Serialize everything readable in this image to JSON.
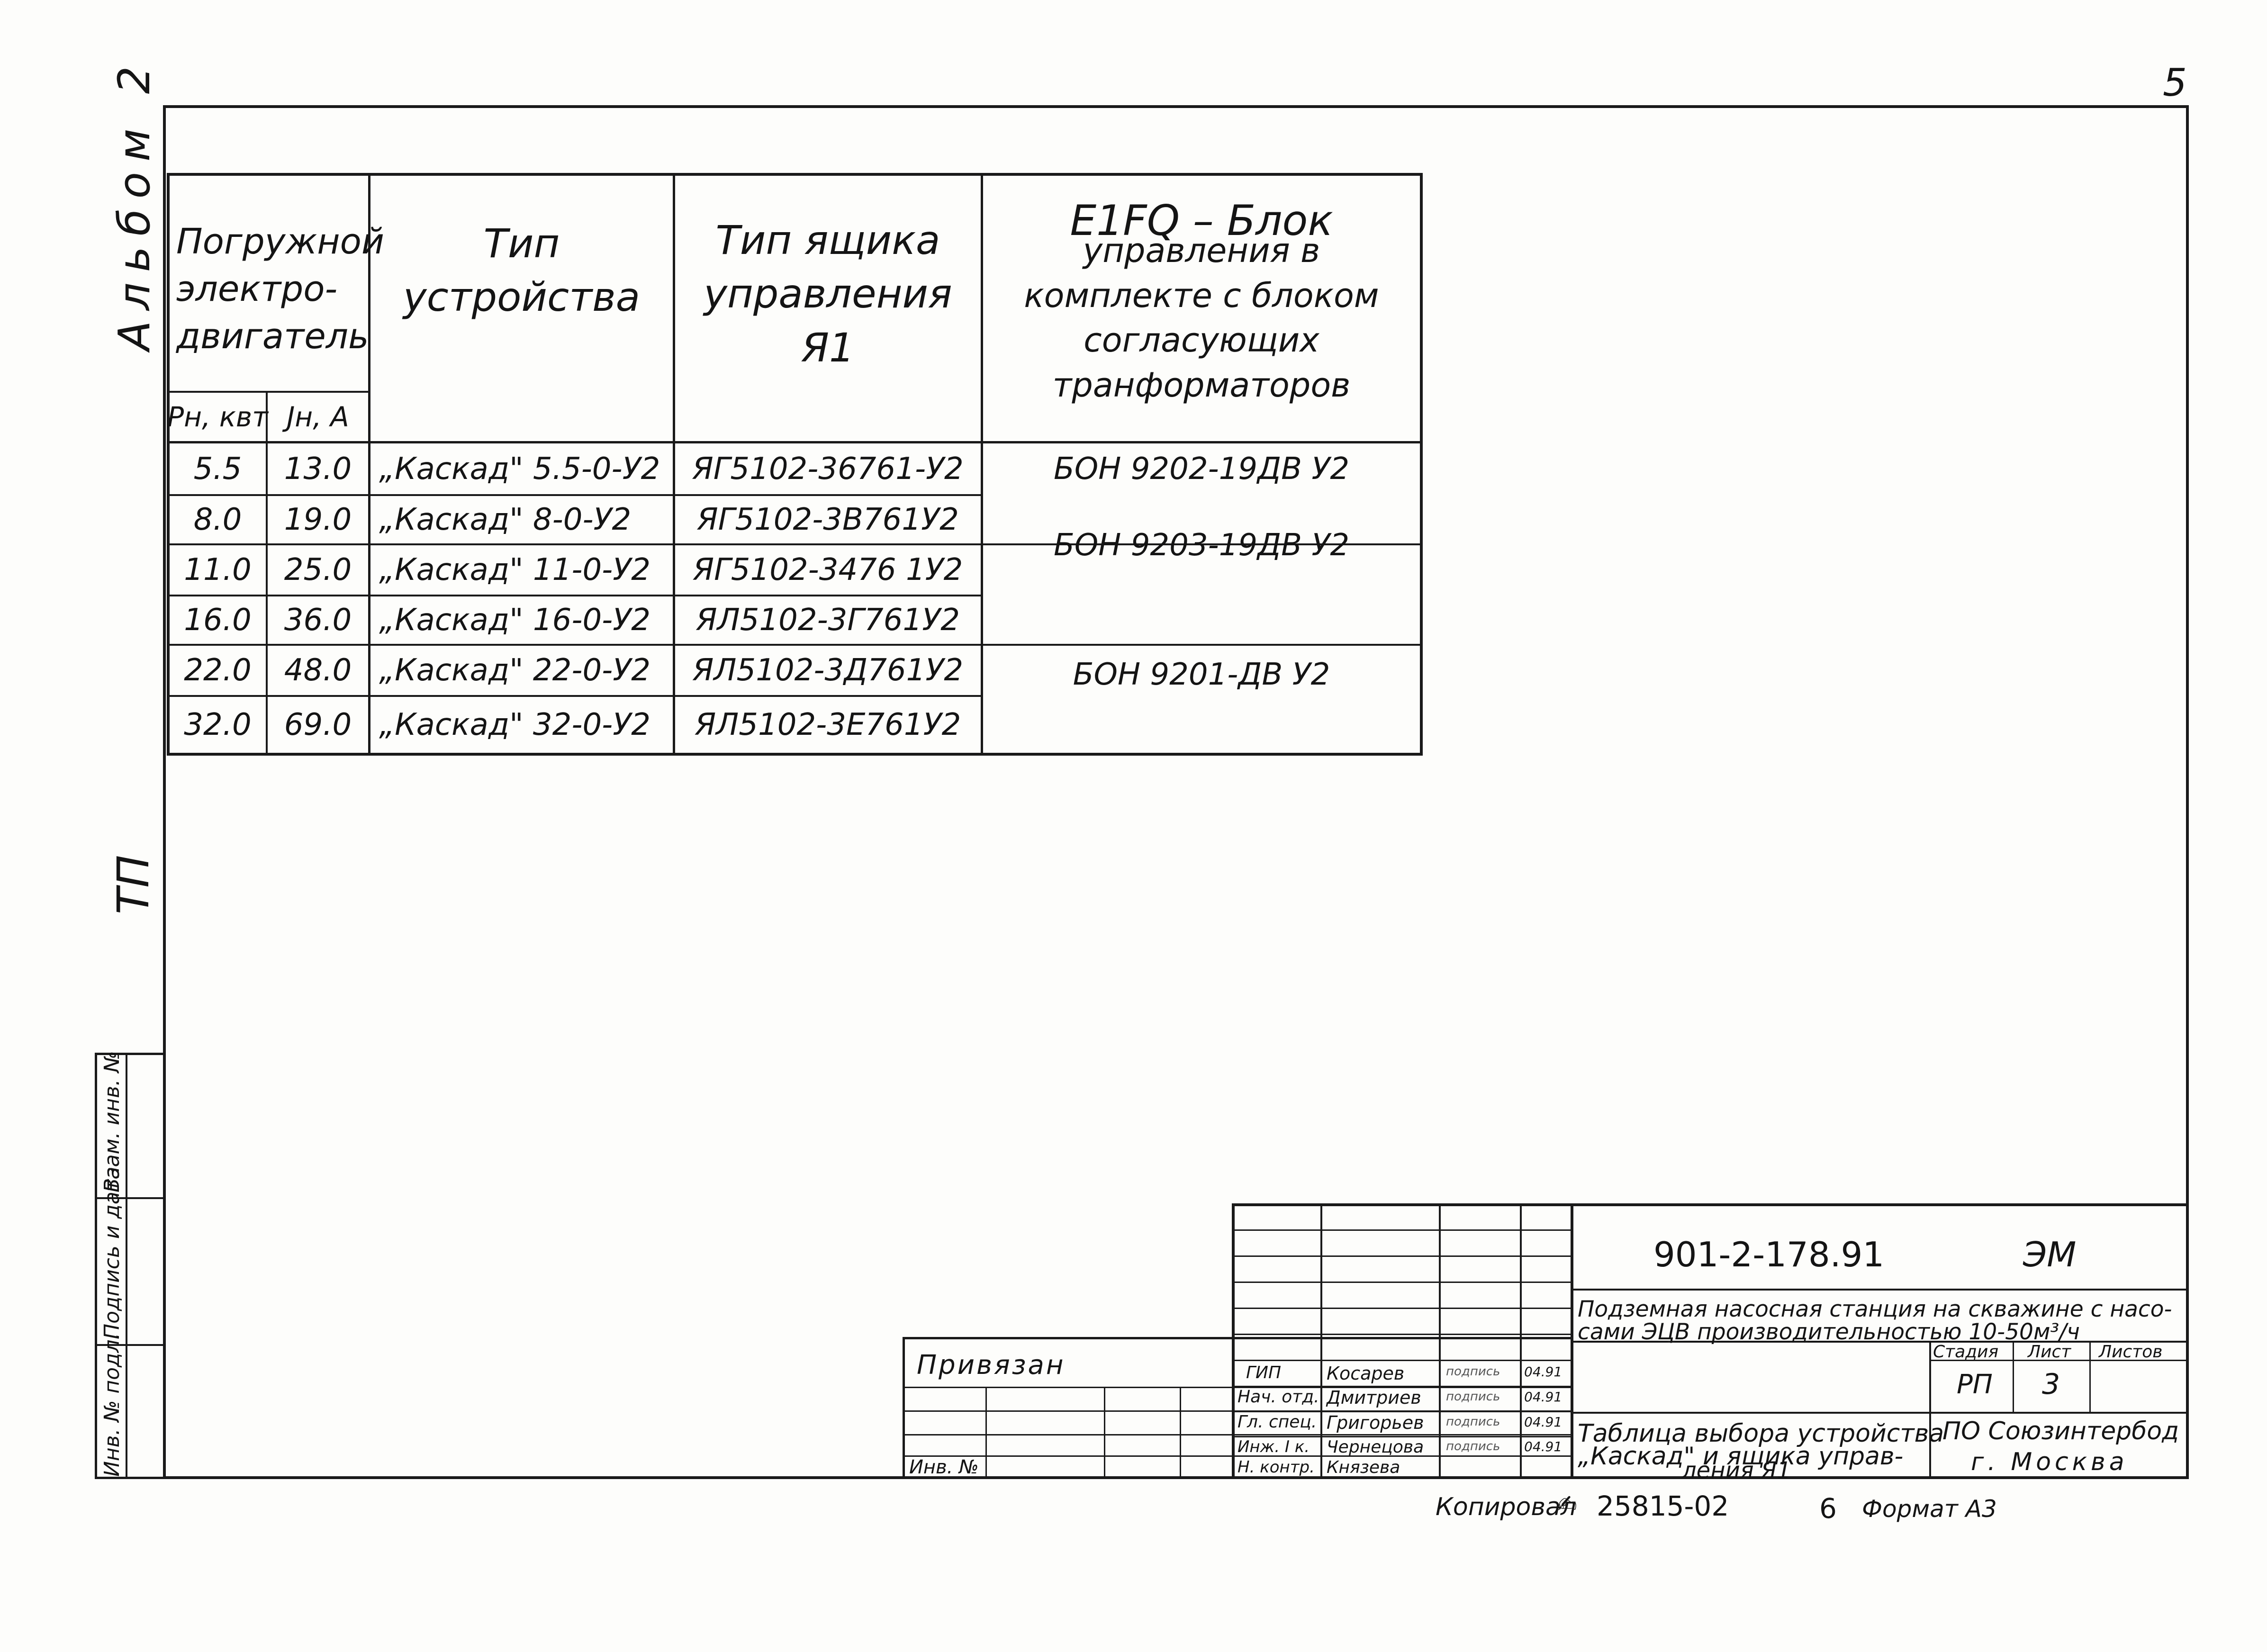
{
  "page_number": "5",
  "side_labels": {
    "album": "Альбом 2",
    "tp": "ТП"
  },
  "strip_labels": [
    "Инв. № подл.",
    "Подпись и дата",
    "Взам. инв. №"
  ],
  "table": {
    "col1_header": "Погружной электро- двигатель",
    "sub_pn": "Рн, квт",
    "sub_in": "Jн, А",
    "col2_header": "Тип устройства",
    "col3_header": "Тип ящика управления Я1",
    "col4_header_title": "Е1FQ – Блок",
    "col4_header_body": "управления в комплекте с блоком согласующих транформаторов",
    "rows": [
      {
        "pn": "5.5",
        "in": "13.0",
        "device": "„Каскад\" 5.5-0-У2",
        "box": "ЯГ5102-36761-У2"
      },
      {
        "pn": "8.0",
        "in": "19.0",
        "device": "„Каскад\" 8-0-У2",
        "box": "ЯГ5102-3В761У2"
      },
      {
        "pn": "11.0",
        "in": "25.0",
        "device": "„Каскад\" 11-0-У2",
        "box": "ЯГ5102-3476 1У2"
      },
      {
        "pn": "16.0",
        "in": "36.0",
        "device": "„Каскад\" 16-0-У2",
        "box": "ЯЛ5102-3Г761У2"
      },
      {
        "pn": "22.0",
        "in": "48.0",
        "device": "„Каскад\" 22-0-У2",
        "box": "ЯЛ5102-3Д761У2"
      },
      {
        "pn": "32.0",
        "in": "69.0",
        "device": "„Каскад\" 32-0-У2",
        "box": "ЯЛ5102-3Е761У2"
      }
    ],
    "blocks": [
      "БОН 9202-19ДВ У2",
      "БОН 9203-19ДВ У2",
      "БОН 9201-ДВ У2"
    ]
  },
  "title_block": {
    "code": "901-2-178.91",
    "mark": "ЭМ",
    "project_line1": "Подземная насосная станция на скважине с насо-",
    "project_line2": "сами ЭЦВ производительностью 10-50м³/ч",
    "drawing_title_1": "Таблица выбора устройства",
    "drawing_title_2": "„Каскад\" и ящика управ-",
    "drawing_title_3": "ления Я1",
    "stage_label": "Стадия",
    "sheet_label": "Лист",
    "sheets_label": "Листов",
    "stage_value": "РП",
    "sheet_value": "3",
    "org_line1": "ПО Союзинтербод",
    "org_line2": "г. Москва",
    "privyazan": "Привязан",
    "inv_label": "Инв. №",
    "roles": [
      "ГИП",
      "Нач. отд.",
      "Гл. спец.",
      "Инж. I к.",
      "Н. контр."
    ],
    "names": [
      "Косарев",
      "Дмитриев",
      "Григорьев",
      "Чернецова",
      "Князева"
    ],
    "signatures": [
      "подпись",
      "подпись",
      "подпись",
      "подпись",
      ""
    ],
    "dates": [
      "04.91",
      "04.91",
      "04.91",
      "04.91",
      ""
    ]
  },
  "footer": {
    "copied": "Копировал",
    "order": "25815-02",
    "num": "6",
    "format": "Формат А3"
  }
}
